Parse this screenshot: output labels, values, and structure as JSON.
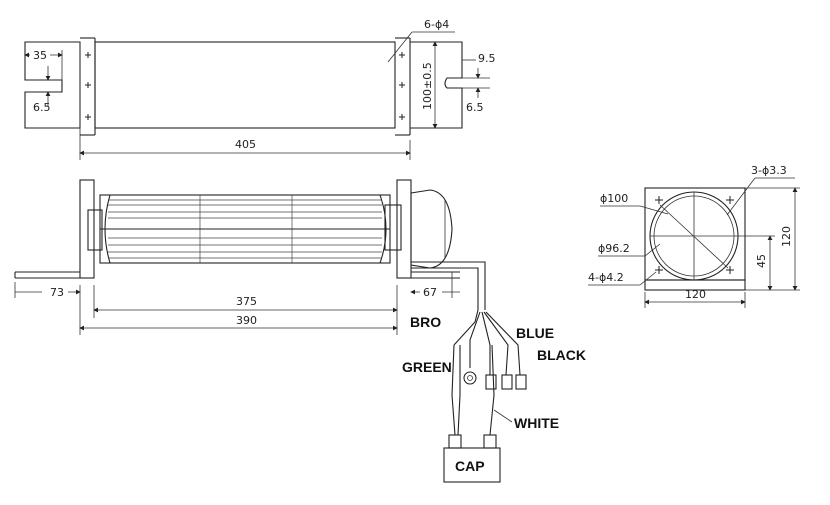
{
  "top_view": {
    "dim_slot_width": "35",
    "dim_slot_height_left": "6.5",
    "dim_holes": "6-ϕ4",
    "dim_right_slot": "9.5",
    "dim_height": "100±0.5",
    "dim_slot_height_right": "6.5",
    "dim_length": "405"
  },
  "front_view": {
    "dim_overhang": "73",
    "dim_rotor": "375",
    "dim_body": "390",
    "dim_motor": "67"
  },
  "side_view": {
    "dim_holes_top": "3-ϕ3.3",
    "dim_diameter_outer": "ϕ100",
    "dim_diameter_inner": "ϕ96.2",
    "dim_holes_bottom": "4-ϕ4.2",
    "dim_height": "120",
    "dim_offset": "45",
    "dim_width": "120"
  },
  "wiring": {
    "bro": "BRO",
    "blue": "BLUE",
    "black": "BLACK",
    "green": "GREEN",
    "white": "WHITE",
    "cap": "CAP"
  }
}
